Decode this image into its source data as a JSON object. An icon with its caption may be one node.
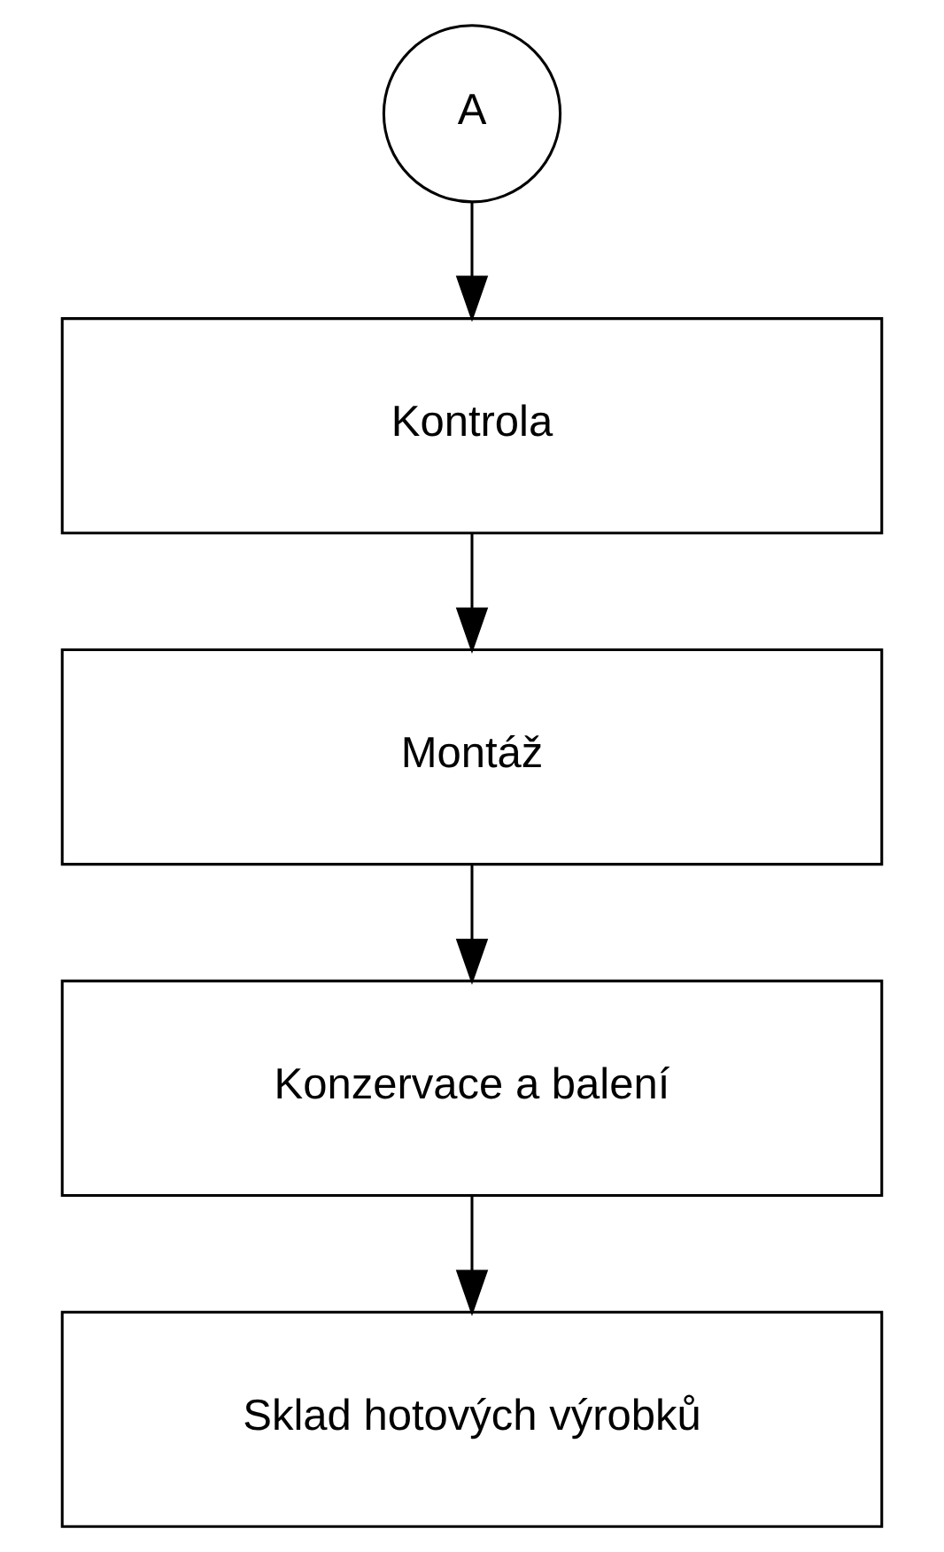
{
  "diagram": {
    "nodes": [
      {
        "text": [
          "A"
        ]
      },
      {
        "text": [
          "Kontrola"
        ]
      },
      {
        "text": [
          "Montáž"
        ]
      },
      {
        "text": [
          "Konzervace a balení"
        ]
      },
      {
        "text": [
          "Sklad hotových výrobků"
        ]
      }
    ],
    "edges": [
      {
        "from": 0,
        "to": 1,
        "arrow": "to"
      },
      {
        "from": 1,
        "to": 2,
        "arrow": "to"
      },
      {
        "from": 2,
        "to": 3,
        "arrow": "to"
      },
      {
        "from": 3,
        "to": 4,
        "arrow": "to"
      }
    ]
  }
}
